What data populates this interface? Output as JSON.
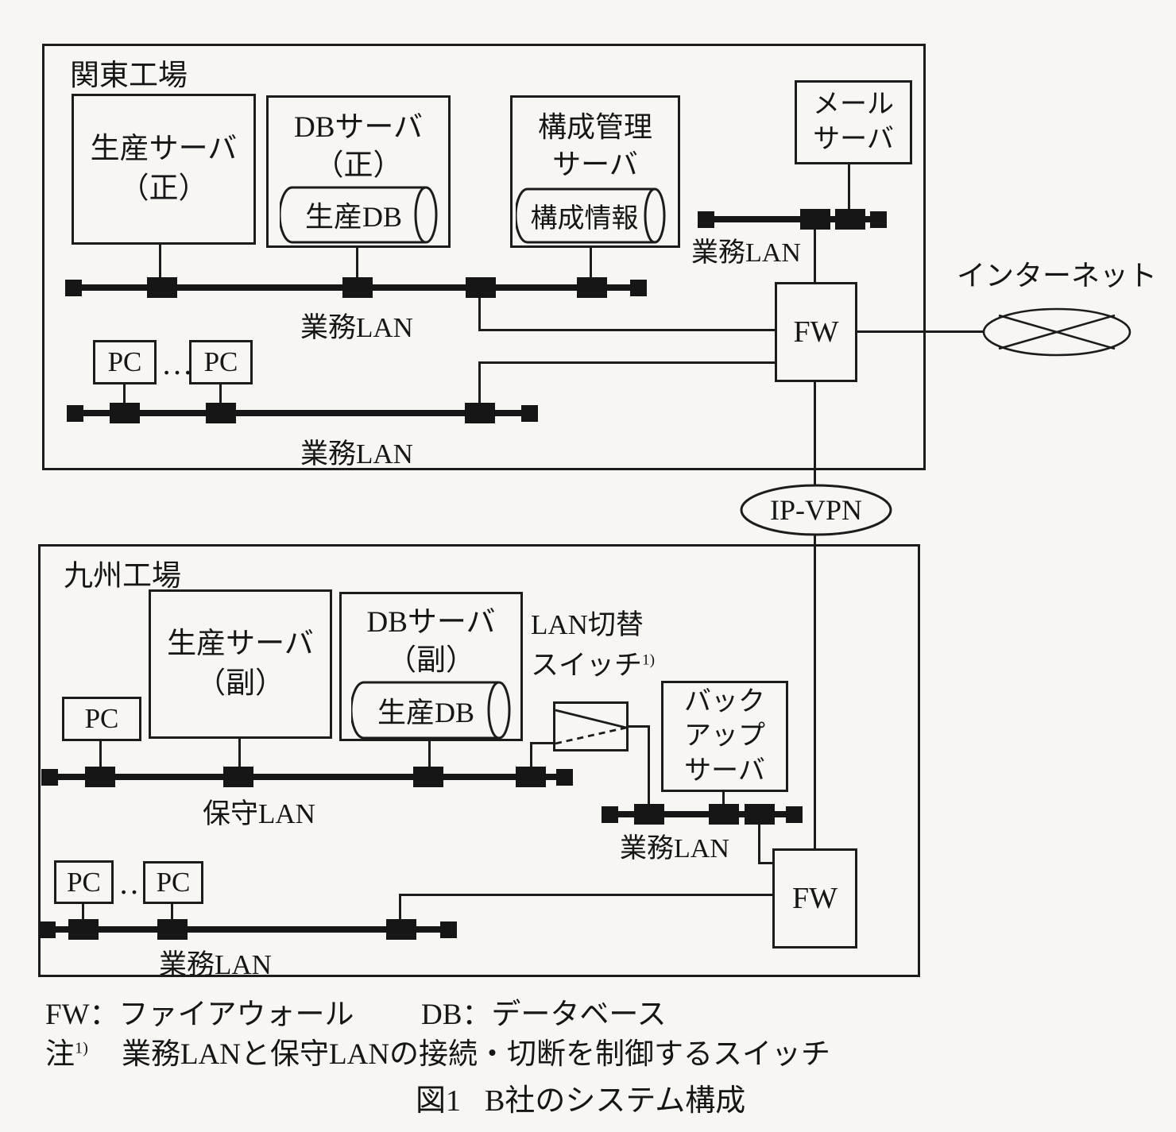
{
  "kanto": {
    "title": "関東工場",
    "production_server": {
      "line1": "生産サーバ",
      "line2": "（正）"
    },
    "db_server": {
      "line1": "DBサーバ",
      "line2": "（正）",
      "db": "生産DB"
    },
    "config_server": {
      "line1": "構成管理",
      "line2": "サーバ",
      "db": "構成情報"
    },
    "mail_server": {
      "line1": "メール",
      "line2": "サーバ"
    },
    "pc1": "PC",
    "pc2": "PC",
    "dots": "…",
    "lan_main": "業務LAN",
    "lan_pc": "業務LAN",
    "lan_mail": "業務LAN",
    "fw": "FW"
  },
  "wan": {
    "internet": "インターネット",
    "ipvpn": "IP-VPN"
  },
  "kyushu": {
    "title": "九州工場",
    "pc1": "PC",
    "pc2": "PC",
    "pc3": "PC",
    "dots": "…",
    "production_server": {
      "line1": "生産サーバ",
      "line2": "（副）"
    },
    "db_server": {
      "line1": "DBサーバ",
      "line2": "（副）",
      "db": "生産DB"
    },
    "lan_switch_label": {
      "line1": "LAN切替",
      "line2": "スイッチ",
      "sup": "1)"
    },
    "backup_server": {
      "line1": "バック",
      "line2": "アップ",
      "line3": "サーバ"
    },
    "lan_hoshu": "保守LAN",
    "lan_gyomu_upper": "業務LAN",
    "lan_gyomu_lower": "業務LAN",
    "fw": "FW"
  },
  "legend": {
    "fw": "FW：ファイアウォール",
    "db": "DB：データベース"
  },
  "note": {
    "marker": "注",
    "sup": "1)",
    "text": "業務LANと保守LANの接続・切断を制御するスイッチ"
  },
  "caption": {
    "prefix": "図1",
    "title": "B社のシステム構成"
  },
  "colors": {
    "ink": "#1c1c1c",
    "paper": "#f7f6f2"
  }
}
